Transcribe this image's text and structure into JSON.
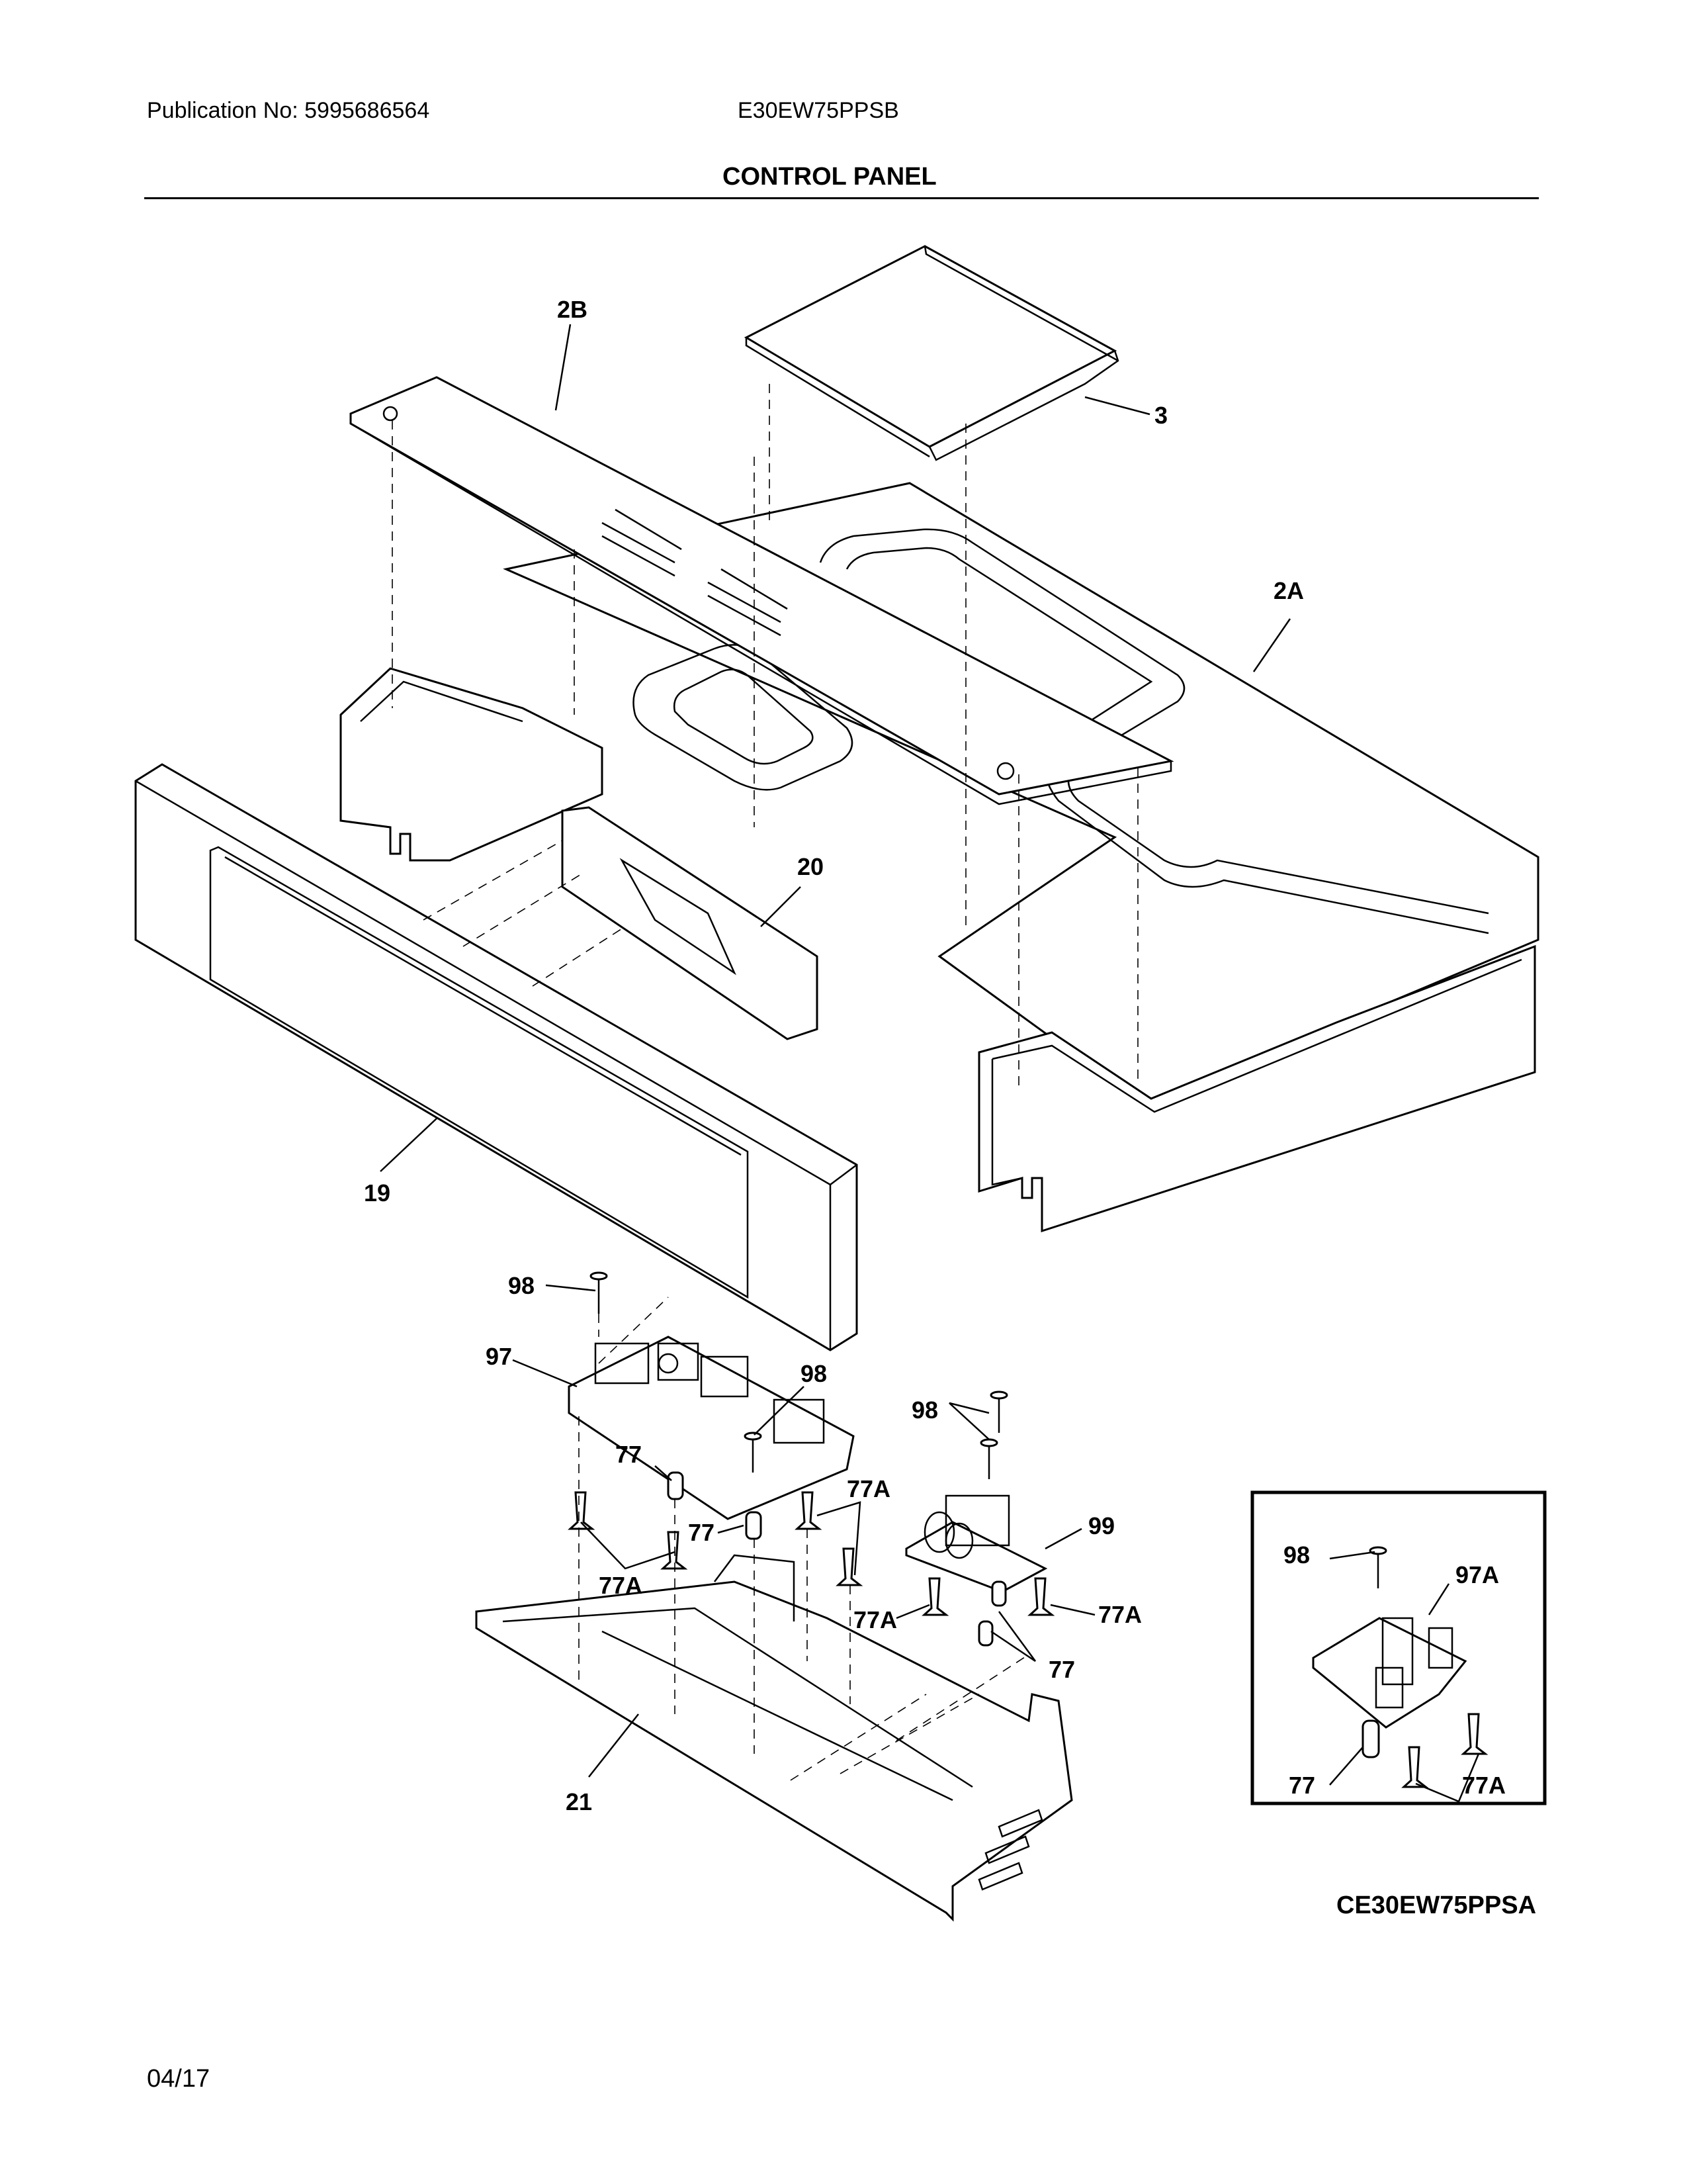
{
  "header": {
    "publication": "Publication No: 5995686564",
    "model": "E30EW75PPSB",
    "section_title": "CONTROL PANEL"
  },
  "footer": {
    "date": "04/17",
    "diagram_code": "CE30EW75PPSA"
  },
  "callouts": {
    "c2B": "2B",
    "c3": "3",
    "c2A": "2A",
    "c20": "20",
    "c19": "19",
    "c98a": "98",
    "c97": "97",
    "c98b": "98",
    "c98c": "98",
    "c77a": "77",
    "c77b": "77",
    "c77Aa": "77A",
    "c77Ab": "77A",
    "c99": "99",
    "c77Ac": "77A",
    "c77Ad": "77A",
    "c77c": "77",
    "c21": "21",
    "i98": "98",
    "i97A": "97A",
    "i77": "77",
    "i77A": "77A"
  }
}
